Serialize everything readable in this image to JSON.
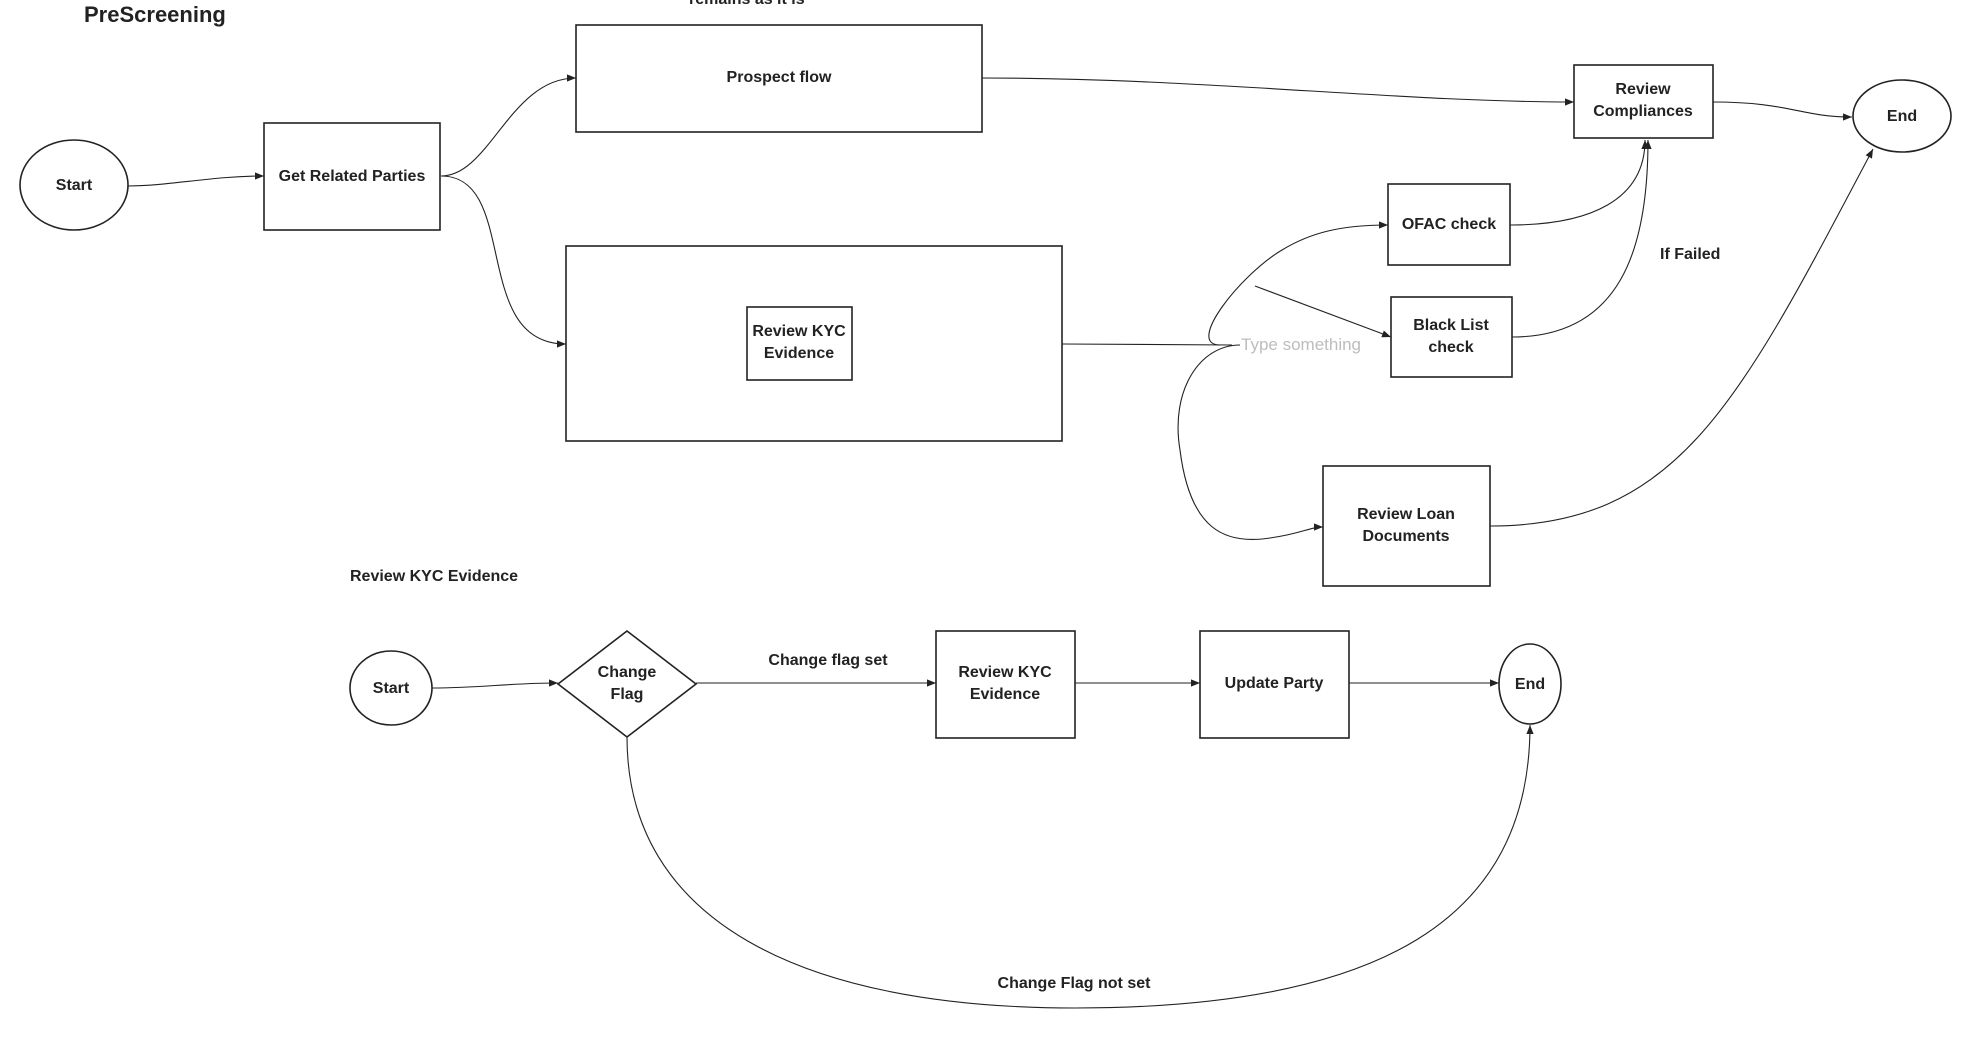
{
  "diagram": {
    "title": "PreScreening",
    "top_note": "remains as it is",
    "subtitle": "Review KYC Evidence",
    "prescreening": {
      "start": "Start",
      "get_related_parties": "Get Related Parties",
      "prospect_flow": "Prospect flow",
      "review_kyc_container": "",
      "review_kyc_inner": [
        "Review KYC",
        "Evidence"
      ],
      "text_placeholder": "Type something",
      "ofac_check": "OFAC check",
      "black_list_check": [
        "Black List",
        "check"
      ],
      "review_loan_documents": [
        "Review Loan",
        "Documents"
      ],
      "review_compliances": [
        "Review",
        "Compliances"
      ],
      "end": "End",
      "if_failed_label": "If Failed"
    },
    "kyc_subflow": {
      "start": "Start",
      "change_flag": [
        "Change",
        "Flag"
      ],
      "change_flag_set_label": "Change flag set",
      "review_kyc_evidence": [
        "Review KYC",
        "Evidence"
      ],
      "update_party": "Update Party",
      "end": "End",
      "change_flag_not_set_label": "Change Flag not set"
    }
  }
}
